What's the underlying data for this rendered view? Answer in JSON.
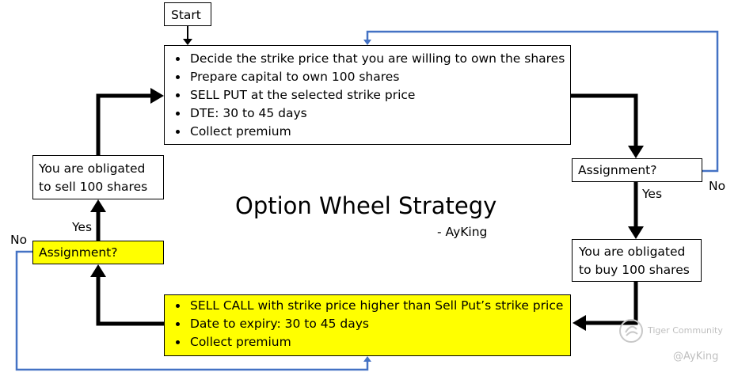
{
  "start_label": "Start",
  "top_box": {
    "bullets": [
      "Decide the strike price that you are willing to own the shares",
      "Prepare capital to own 100 shares",
      "SELL PUT at the selected strike price",
      "DTE: 30 to 45 days",
      "Collect premium"
    ]
  },
  "assignment_put": "Assignment?",
  "obligated_buy": [
    "You are obligated",
    "to buy 100 shares"
  ],
  "bottom_box": {
    "bullets": [
      "SELL CALL with strike price higher than Sell Put’s strike price",
      "Date to expiry: 30 to 45 days",
      "Collect premium"
    ]
  },
  "assignment_call": "Assignment?",
  "obligated_sell": [
    "You are obligated",
    "to sell 100 shares"
  ],
  "labels": {
    "yes_right": "Yes",
    "no_right": "No",
    "yes_left": "Yes",
    "no_left": "No"
  },
  "title": "Option Wheel Strategy",
  "author": "- AyKing",
  "watermark": {
    "brand": "Tiger Community",
    "handle": "@AyKing"
  },
  "colors": {
    "yellow": "#ffff00",
    "blue_line": "#4472c4",
    "black": "#000000"
  }
}
